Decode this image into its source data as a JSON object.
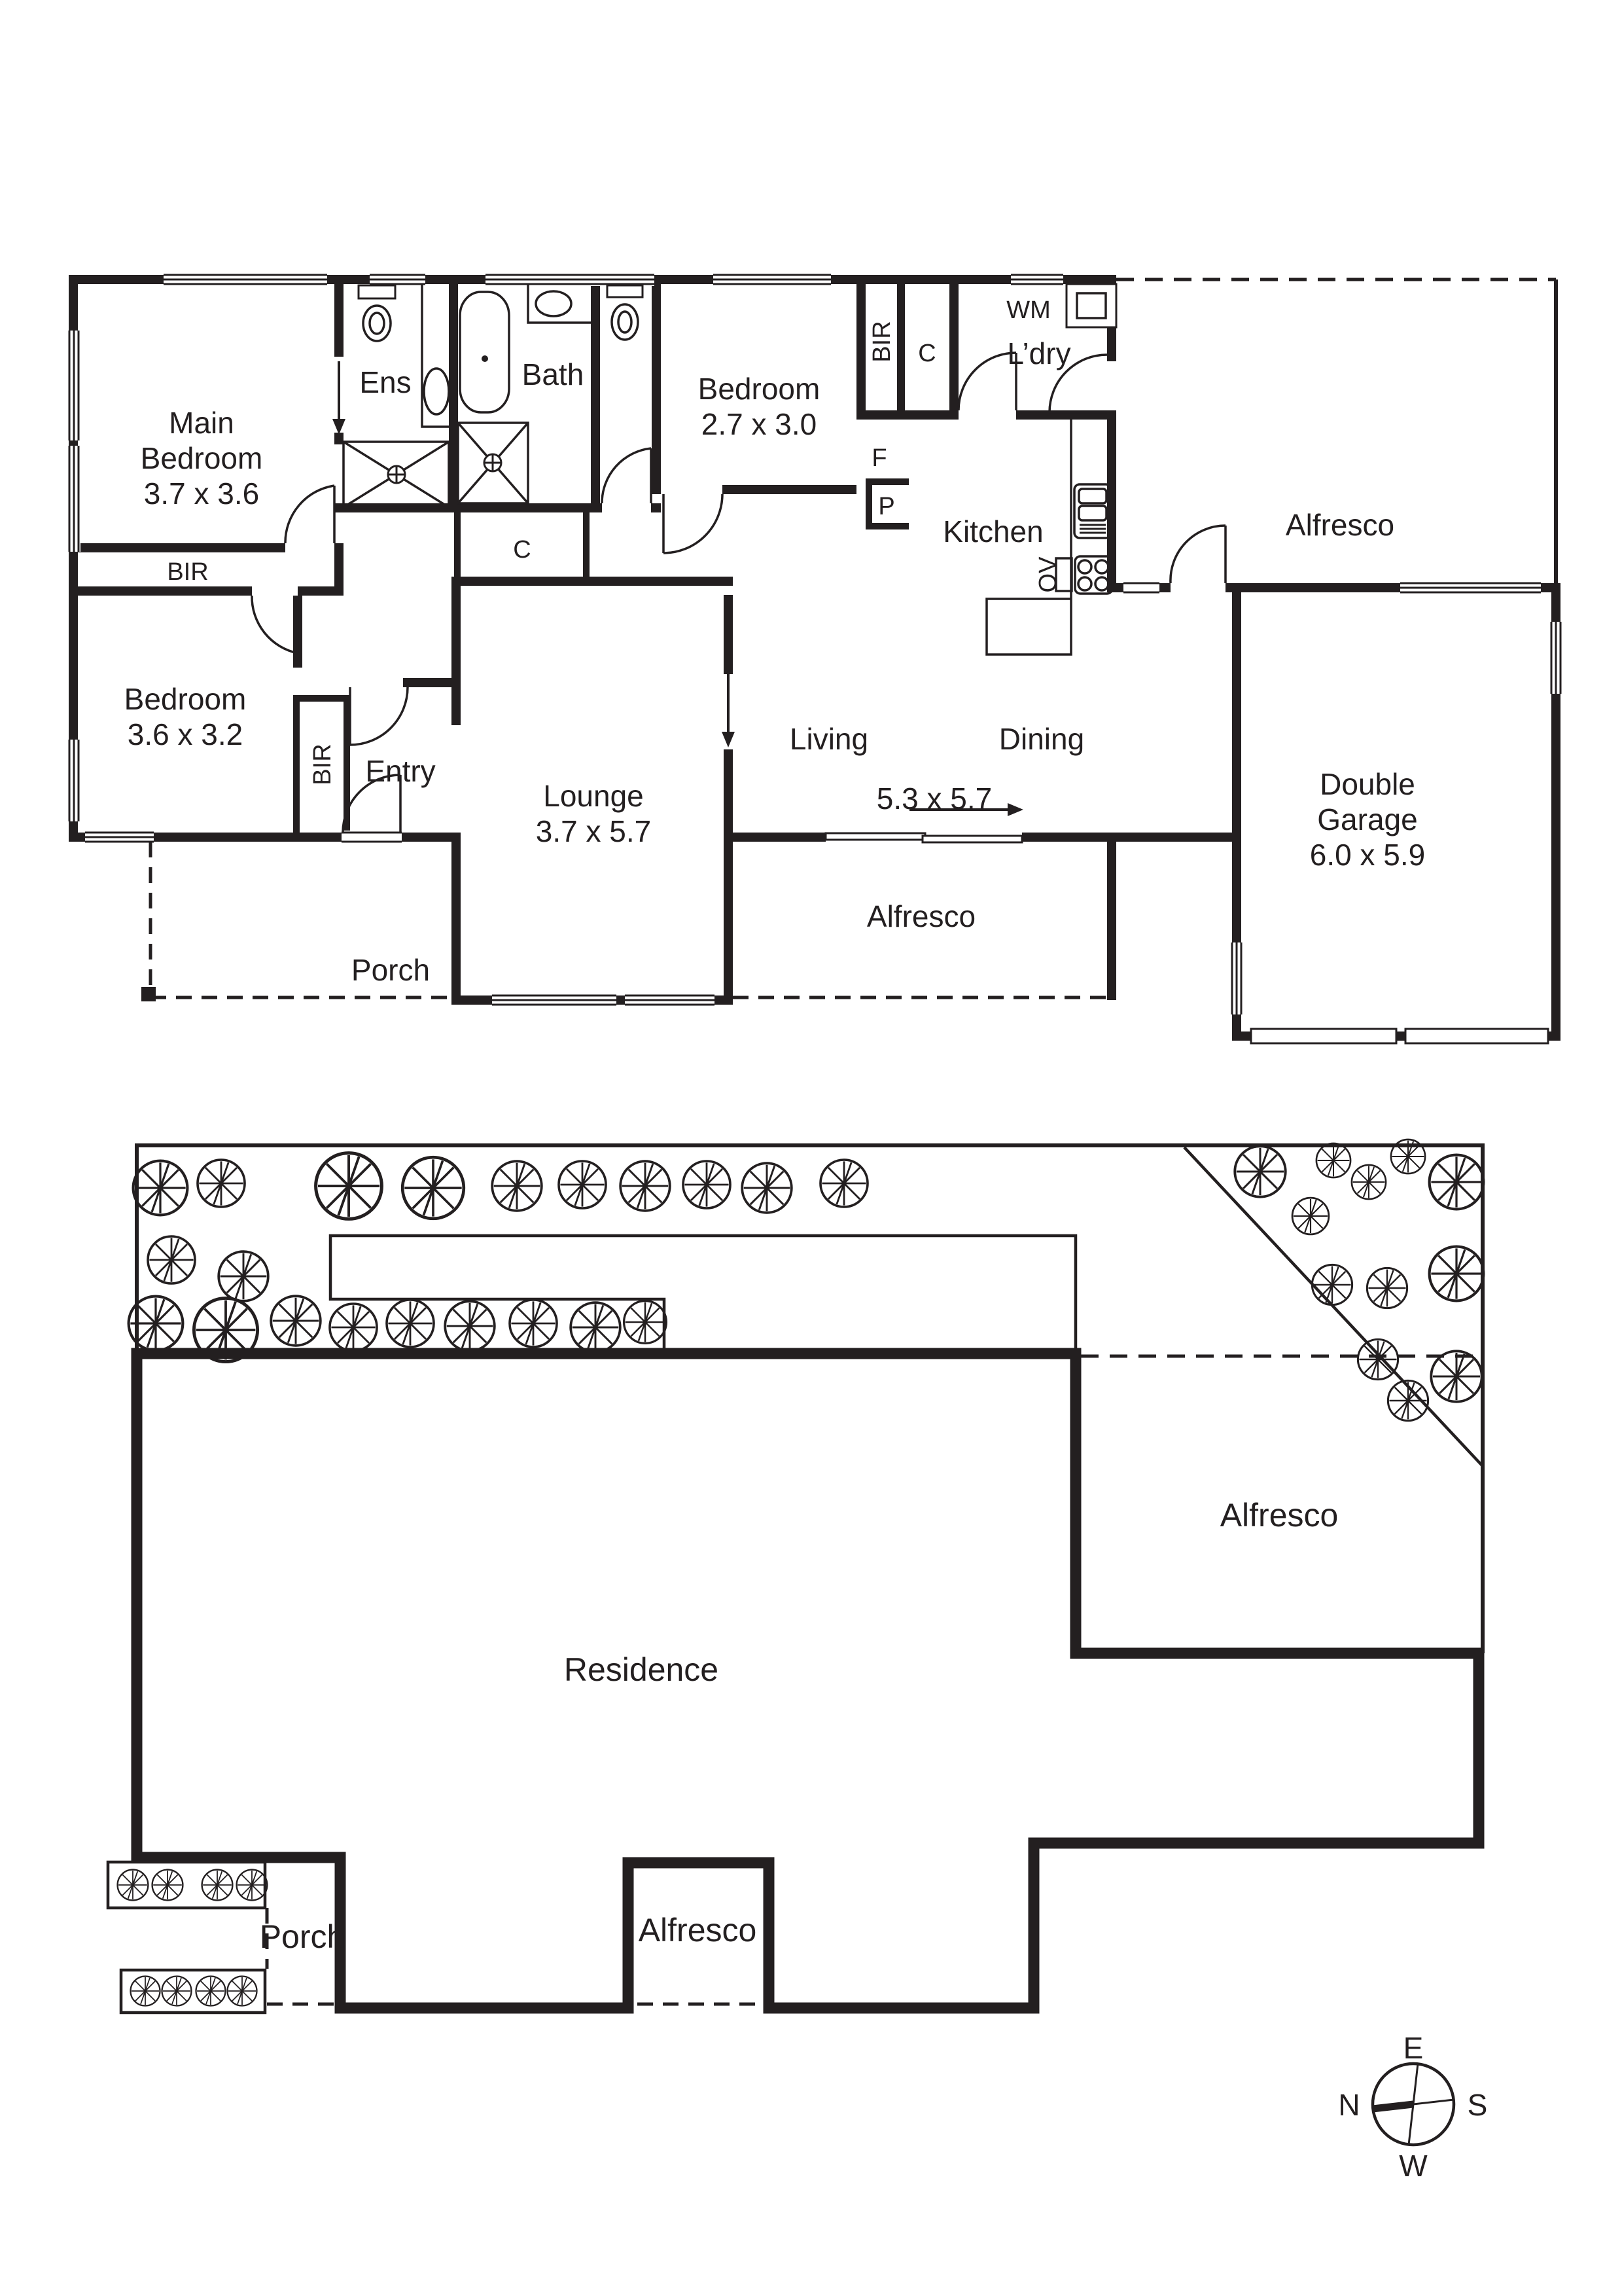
{
  "floor_plan": {
    "rooms": {
      "main_bedroom": {
        "line1": "Main",
        "line2": "Bedroom",
        "dims": "3.7 x 3.6"
      },
      "ensuite": "Ens",
      "bath": "Bath",
      "bedroom2": {
        "name": "Bedroom",
        "dims": "2.7 x 3.0"
      },
      "bedroom3": {
        "name": "Bedroom",
        "dims": "3.6 x 3.2"
      },
      "laundry": "L’dry",
      "kitchen": "Kitchen",
      "living": "Living",
      "dining": "Dining",
      "living_dining_dims": "5.3 x 5.7",
      "lounge": {
        "name": "Lounge",
        "dims": "3.7 x 5.7"
      },
      "entry": "Entry",
      "porch": "Porch",
      "alfresco": "Alfresco",
      "garage": {
        "line1": "Double",
        "line2": "Garage",
        "dims": "6.0 x 5.9"
      }
    },
    "fixtures": {
      "bir": "BIR",
      "cupboard": "C",
      "washing_machine": "WM",
      "fridge": "F",
      "pantry": "P",
      "oven": "OV"
    }
  },
  "site_plan": {
    "residence": "Residence",
    "alfresco": "Alfresco",
    "porch": "Porch"
  },
  "compass": {
    "east": "E",
    "north": "N",
    "south": "S",
    "west": "W"
  },
  "colors": {
    "ink": "#231f20",
    "paper": "#ffffff"
  }
}
